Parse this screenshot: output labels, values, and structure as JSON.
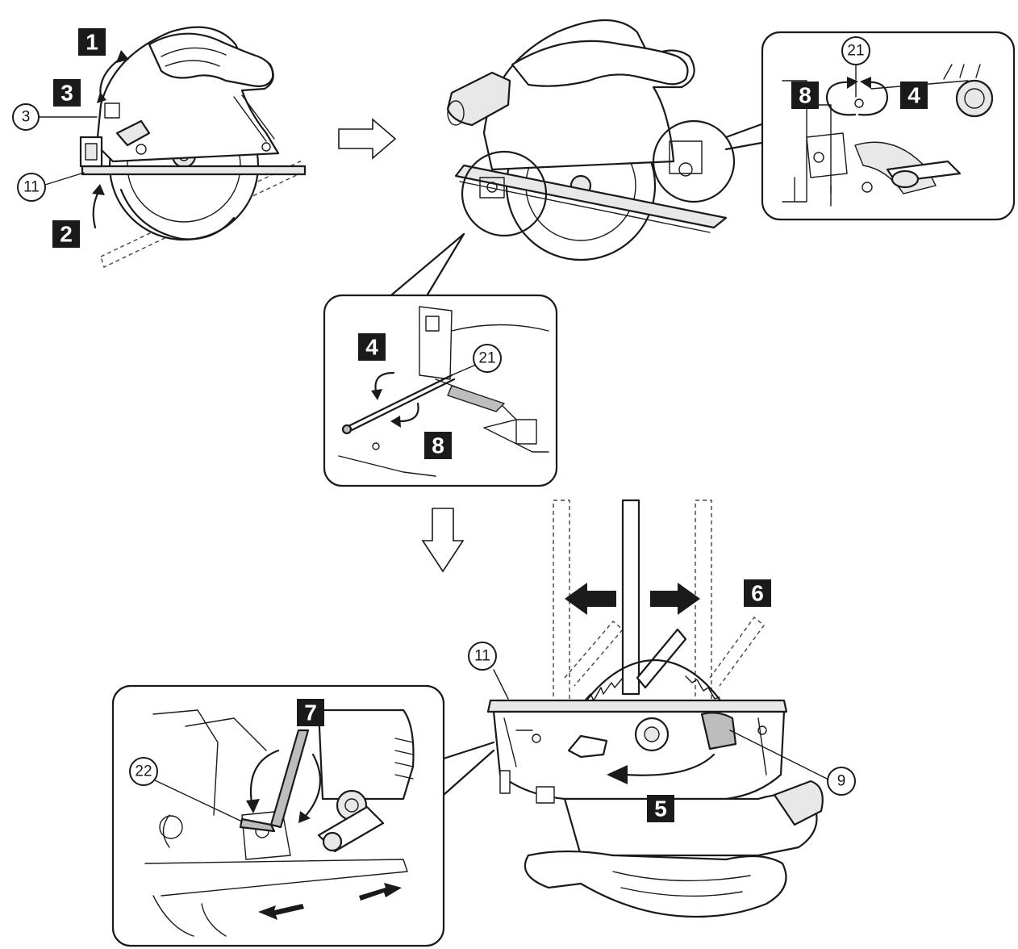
{
  "steps": {
    "s1": "1",
    "s2": "2",
    "s3_top": "3",
    "s4_inset_right": "4",
    "s8_inset_right": "8",
    "s4_inset_mid": "4",
    "s8_inset_mid": "8",
    "s5": "5",
    "s6": "6",
    "s7": "7"
  },
  "callouts": {
    "c3": "3",
    "c11_top": "11",
    "c21_right": "21",
    "c21_mid": "21",
    "c11_bottom": "11",
    "c9": "9",
    "c22": "22"
  },
  "colors": {
    "ink": "#1a1a1a",
    "paper": "#ffffff"
  },
  "icons": [
    "curved-arrow-icon",
    "rotate-arrow-icon",
    "hollow-arrow-right-icon",
    "hollow-arrow-down-icon",
    "solid-arrow-left-icon",
    "solid-arrow-right-icon",
    "hex-key-icon"
  ]
}
